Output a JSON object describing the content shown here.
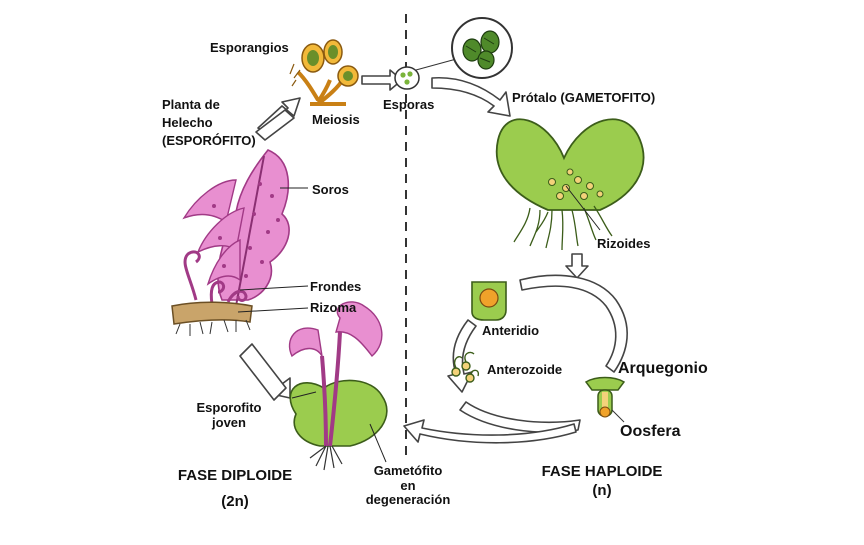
{
  "labels": {
    "esporangios": "Esporangios",
    "planta_l1": "Planta de",
    "planta_l2": "Helecho",
    "planta_l3": "(ESPORÓFITO)",
    "meiosis": "Meiosis",
    "esporas": "Esporas",
    "protalo": "Prótalo (GAMETOFITO)",
    "soros": "Soros",
    "rizoides": "Rizoides",
    "frondes": "Frondes",
    "rizoma": "Rizoma",
    "anteridio": "Anteridio",
    "anterozoide": "Anterozoide",
    "arquegonio": "Arquegonio",
    "esporofito_l1": "Esporofito",
    "esporofito_l2": "joven",
    "oosfera": "Oosfera",
    "fase_diploide": "FASE DIPLOIDE",
    "fase_diploide_n": "(2n)",
    "gametofito_l1": "Gametófito",
    "gametofito_l2": "en",
    "gametofito_l3": "degeneración",
    "fase_haploide": "FASE HAPLOIDE",
    "fase_haploide_n": "(n)"
  },
  "colors": {
    "frond_pink": "#e88fd0",
    "frond_dark": "#b0418f",
    "prothallus_green": "#9bcc4e",
    "rhizome_tan": "#c9a46a",
    "sporangia_orange": "#e9a11b",
    "arrow_outline": "#555555"
  }
}
